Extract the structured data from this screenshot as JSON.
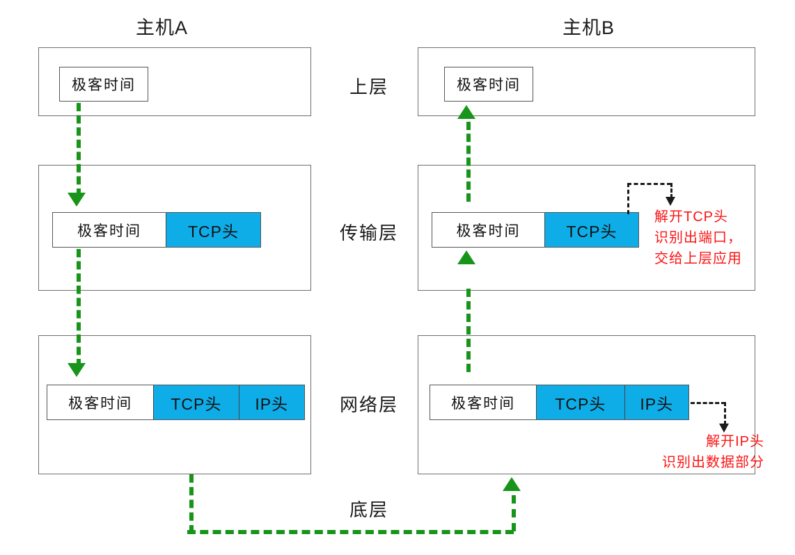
{
  "hosts": {
    "a": {
      "title": "主机A"
    },
    "b": {
      "title": "主机B"
    }
  },
  "layers": [
    {
      "key": "upper",
      "label": "上层"
    },
    {
      "key": "transport",
      "label": "传输层"
    },
    {
      "key": "network",
      "label": "网络层"
    },
    {
      "key": "link",
      "label": "底层"
    }
  ],
  "packets": {
    "payload_label": "极客时间",
    "tcp_header_label": "TCP头",
    "ip_header_label": "IP头"
  },
  "host_a": {
    "upper": {
      "segments": [
        "极客时间"
      ]
    },
    "transport": {
      "segments": [
        "极客时间",
        "TCP头"
      ]
    },
    "network": {
      "segments": [
        "极客时间",
        "TCP头",
        "IP头"
      ]
    }
  },
  "host_b": {
    "upper": {
      "segments": [
        "极客时间"
      ]
    },
    "transport": {
      "segments": [
        "极客时间",
        "TCP头"
      ]
    },
    "network": {
      "segments": [
        "极客时间",
        "TCP头",
        "IP头"
      ]
    }
  },
  "annotations": {
    "transport_note": "解开TCP头\n识别出端口，\n交给上层应用",
    "network_note": "解开IP头\n识别出数据部分"
  },
  "colors": {
    "header_blue": "#0fade8",
    "flow_green": "#18941b",
    "note_red": "#fb1414",
    "box_border": "#6e6e6e"
  }
}
